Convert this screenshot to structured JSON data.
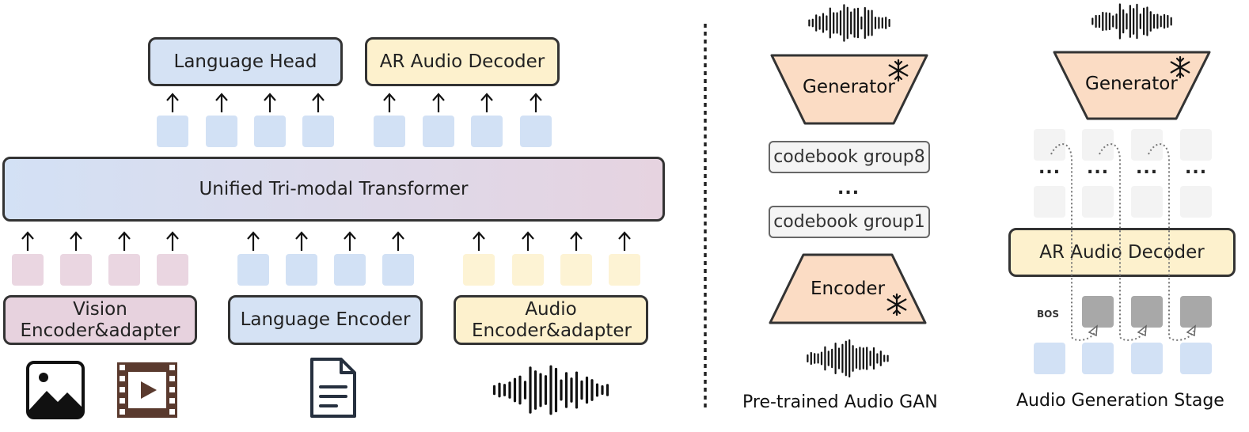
{
  "left": {
    "language_head": "Language Head",
    "ar_audio_decoder": "AR Audio Decoder",
    "transformer": "Unified Tri-modal Transformer",
    "vision_encoder": "Vision Encoder&adapter",
    "language_encoder": "Language Encoder",
    "audio_encoder": "Audio Encoder&adapter"
  },
  "gan": {
    "generator": "Generator",
    "codebook_top": "codebook group8",
    "ellipsis": "...",
    "codebook_bottom": "codebook group1",
    "encoder": "Encoder",
    "caption": "Pre-trained Audio GAN"
  },
  "gen_stage": {
    "generator": "Generator",
    "ellipsis": "...",
    "ar_audio_decoder": "AR Audio Decoder",
    "bos": "BOS",
    "caption": "Audio Generation Stage"
  },
  "colors": {
    "blue": "#d5e2f4",
    "pink": "#e7d2de",
    "yellow": "#fdf1cd",
    "orange": "#fbdcc4"
  }
}
